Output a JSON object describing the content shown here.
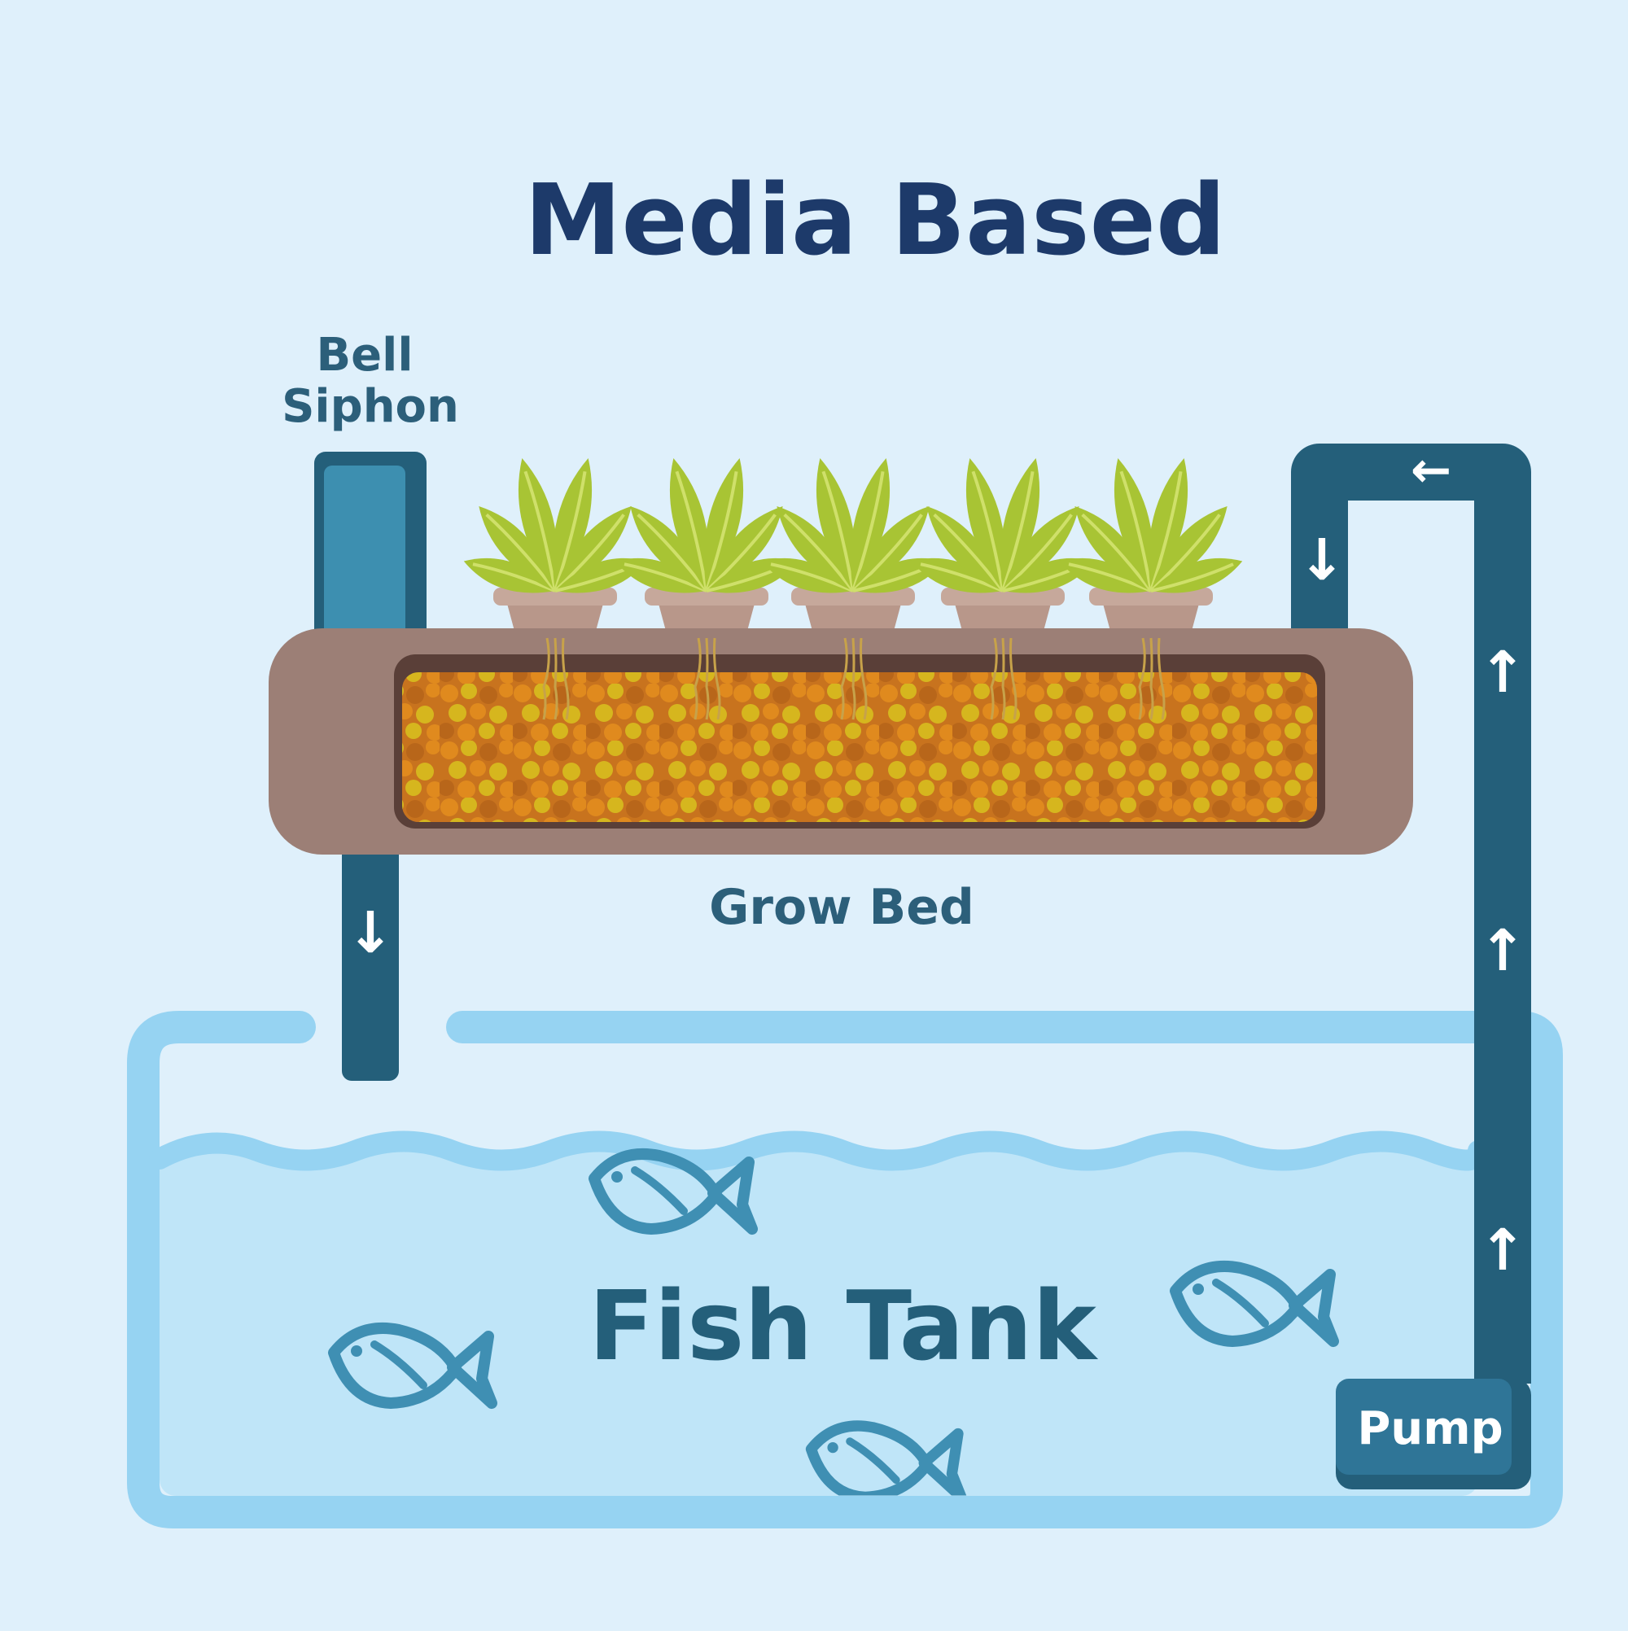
{
  "title": "Media Based",
  "labels": {
    "bell_siphon_line1": "Bell",
    "bell_siphon_line2": "Siphon",
    "grow_bed": "Grow Bed",
    "fish_tank": "Fish Tank",
    "pump": "Pump"
  },
  "icons": {
    "flow_arrow_down": "↓",
    "flow_arrow_up": "↑",
    "flow_arrow_left": "←"
  },
  "colors": {
    "background": "#dff0fb",
    "title": "#1d3a6a",
    "label": "#2c5f7a",
    "pipe": "#245f7a",
    "pipe_light": "#3d8fb0",
    "tank_outline": "#96d3f2",
    "water": "#bfe5f8",
    "grow_bed": "#9c7f76",
    "media_orange": "#e08a1e",
    "media_yellow": "#d6b61e",
    "plant_leaf": "#a8c434",
    "pot": "#c6a89b",
    "fish": "#3f8fb3"
  }
}
